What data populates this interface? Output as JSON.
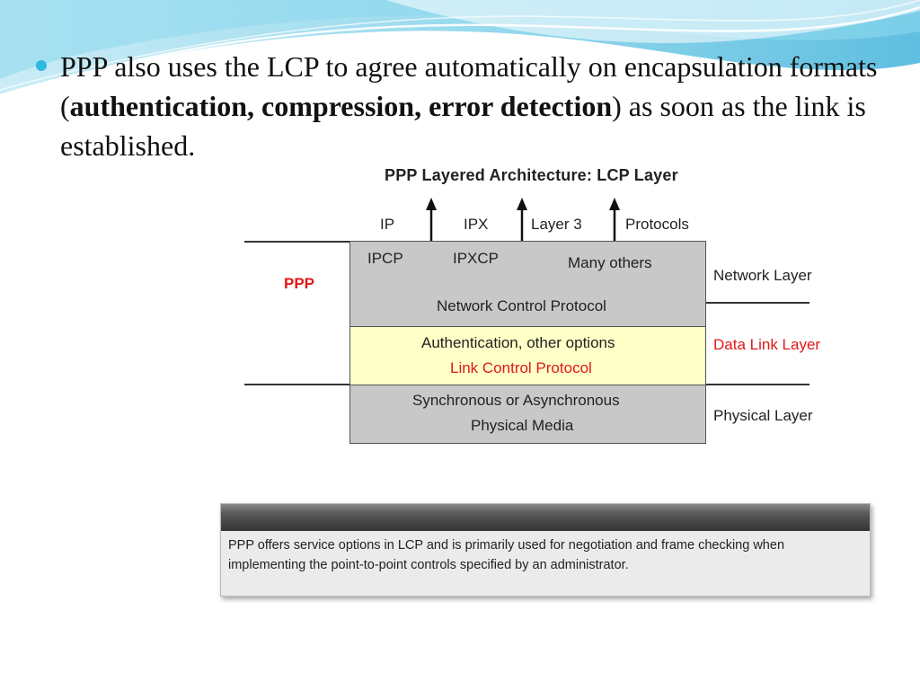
{
  "bullet": {
    "part1": "PPP also uses the LCP to agree automatically on encapsulation formats (",
    "bold1": "authentication, compression, error detection",
    "part2": ") as soon as the link is established."
  },
  "diagram": {
    "title": "PPP Layered Architecture: LCP Layer",
    "top_labels": {
      "ip": "IP",
      "ipx": "IPX",
      "layer3": "Layer 3",
      "protocols": "Protocols"
    },
    "ppp_label": "PPP",
    "network_block": {
      "ipcp": "IPCP",
      "ipxcp": "IPXCP",
      "many_others": "Many others",
      "ncp": "Network Control Protocol"
    },
    "datalink_block": {
      "line1": "Authentication, other options",
      "line2": "Link Control Protocol"
    },
    "physical_block": {
      "line1": "Synchronous or Asynchronous",
      "line2": "Physical Media"
    },
    "layer_names": {
      "network": "Network Layer",
      "datalink": "Data Link Layer",
      "physical": "Physical Layer"
    }
  },
  "caption": {
    "text": "PPP offers service options in LCP and is primarily used for negotiation and frame checking when implementing the point-to-point controls specified by an administrator."
  },
  "colors": {
    "bullet": "#2fb8e0",
    "ppp_red": "#e01818",
    "gray_block": "#c8c8c8",
    "yellow_block": "#ffffc8"
  }
}
